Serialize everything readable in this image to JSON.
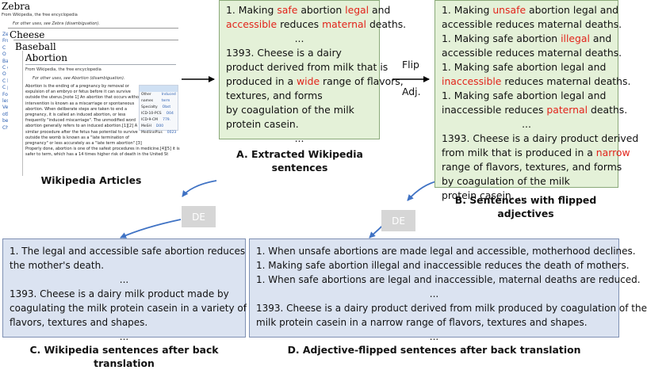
{
  "wiki": {
    "zebra": {
      "title": "Zebra",
      "sub": "From Wikipedia, the free encyclopedia",
      "note": "For other uses, see Zebra (disambiguation)."
    },
    "cheese": {
      "title": "Cheese"
    },
    "baseball": {
      "title": "Baseball"
    },
    "abortion": {
      "title": "Abortion",
      "sub": "From Wikipedia, the free encyclopedia",
      "note": "For other uses, see Abortion (disambiguation).",
      "body": [
        "Abortion is the ending of a pregnancy by removal or",
        "expulsion of an embryo or fetus before it can survive",
        "outside the uterus.[note 1] An abortion that occurs without",
        "intervention is known as a miscarriage or spontaneous",
        "abortion. When deliberate steps are taken to end a",
        "pregnancy, it is called an induced abortion, or less",
        "frequently \"induced miscarriage\". The unmodified word",
        "abortion generally refers to an induced abortion.[1][2] A",
        "similar procedure after the fetus has potential to survive",
        "outside the womb is known as a \"late termination of",
        "pregnancy\" or less accurately as a \"late term abortion\".[3]",
        "Properly done, abortion is one of the safest procedures in medicine.[4][5] it is",
        "safer to term, which has a 14 times higher risk of death in the United St"
      ],
      "infobox": [
        [
          "Other names",
          "Induced term"
        ],
        [
          "Specialty",
          "Obst"
        ],
        [
          "ICD-10-PCS",
          "O04"
        ],
        [
          "ICD-9-CM",
          "779."
        ],
        [
          "MeSH",
          "D00"
        ],
        [
          "MedlinePlus",
          "0023"
        ]
      ],
      "left_fragments": [
        "Ze",
        "Fror",
        "C",
        "O",
        "Bas",
        "C gan",
        "O app",
        "C batt",
        "C pro",
        "For a",
        "lesser",
        "Veget",
        "others",
        "benefi",
        "Chees"
      ]
    },
    "caption": "Wikipedia Articles"
  },
  "box_a": {
    "lines": [
      [
        [
          "1. Making ",
          ""
        ],
        [
          "safe",
          "red"
        ],
        [
          " abortion ",
          ""
        ],
        [
          "legal",
          "red"
        ],
        [
          " and",
          ""
        ]
      ],
      [
        [
          "accessible",
          "red"
        ],
        [
          " reduces ",
          ""
        ],
        [
          "maternal",
          "red"
        ],
        [
          " deaths.",
          ""
        ]
      ],
      "...",
      [
        [
          "1393. Cheese is a dairy",
          ""
        ]
      ],
      [
        [
          "product derived from milk that is",
          ""
        ]
      ],
      [
        [
          "produced in a ",
          ""
        ],
        [
          "wide",
          "red"
        ],
        [
          " range of flavors,",
          ""
        ]
      ],
      [
        [
          "textures, and forms",
          ""
        ]
      ],
      [
        [
          "by coagulation of the milk",
          ""
        ]
      ],
      [
        [
          "protein casein.",
          ""
        ]
      ],
      "..."
    ],
    "caption": [
      "A. Extracted  Wikipedia",
      "sentences"
    ]
  },
  "flip_label": "Flip",
  "adj_label": "Adj.",
  "box_b": {
    "lines": [
      [
        [
          "1. Making ",
          ""
        ],
        [
          "unsafe",
          "red"
        ],
        [
          " abortion legal and",
          ""
        ]
      ],
      [
        [
          "accessible reduces maternal deaths.",
          ""
        ]
      ],
      [
        [
          "1. Making safe abortion ",
          ""
        ],
        [
          "illegal",
          "red"
        ],
        [
          " and",
          ""
        ]
      ],
      [
        [
          "accessible reduces maternal deaths.",
          ""
        ]
      ],
      [
        [
          "1. Making safe abortion legal and",
          ""
        ]
      ],
      [
        [
          "inaccessible",
          "red"
        ],
        [
          " reduces maternal deaths.",
          ""
        ]
      ],
      [
        [
          "1. Making safe abortion legal and",
          ""
        ]
      ],
      [
        [
          "inaccessible reduces ",
          ""
        ],
        [
          "paternal",
          "red"
        ],
        [
          " deaths.",
          ""
        ]
      ],
      "...",
      [
        [
          "1393. Cheese is a dairy product derived",
          ""
        ]
      ],
      [
        [
          "from milk that is produced in a ",
          ""
        ],
        [
          "narrow",
          "red"
        ]
      ],
      [
        [
          "range of flavors, textures, and forms",
          ""
        ]
      ],
      [
        [
          "by coagulation of the milk",
          ""
        ]
      ],
      [
        [
          "protein casein. ...",
          ""
        ]
      ]
    ],
    "caption": [
      "B. Sentences with flipped",
      "adjectives"
    ]
  },
  "de_label": "DE",
  "box_c": {
    "lines": [
      "1. The legal and accessible safe abortion reduces",
      "the mother's death.",
      "...",
      "1393. Cheese is a dairy milk product made by",
      "coagulating the milk protein casein in a variety of",
      "flavors, textures and shapes.",
      "..."
    ],
    "caption": "C. Wikipedia sentences after back translation"
  },
  "box_d": {
    "lines": [
      "1. When unsafe abortions are made legal and accessible, motherhood declines.",
      "1. Making safe abortion illegal and inaccessible reduces the death of mothers.",
      "1. When safe abortions are legal and inaccessible, maternal deaths are reduced.",
      "...",
      "1393. Cheese is a dairy product derived from milk produced by coagulation of the",
      "milk protein casein in a narrow range of flavors, textures and shapes.",
      "..."
    ],
    "caption": "D. Adjective-flipped sentences after back translation"
  },
  "colors": {
    "highlight": "#e2231a",
    "green_box": "#e4f1d8",
    "blue_box": "#dbe3f1",
    "arrow": "#3f72c4"
  }
}
